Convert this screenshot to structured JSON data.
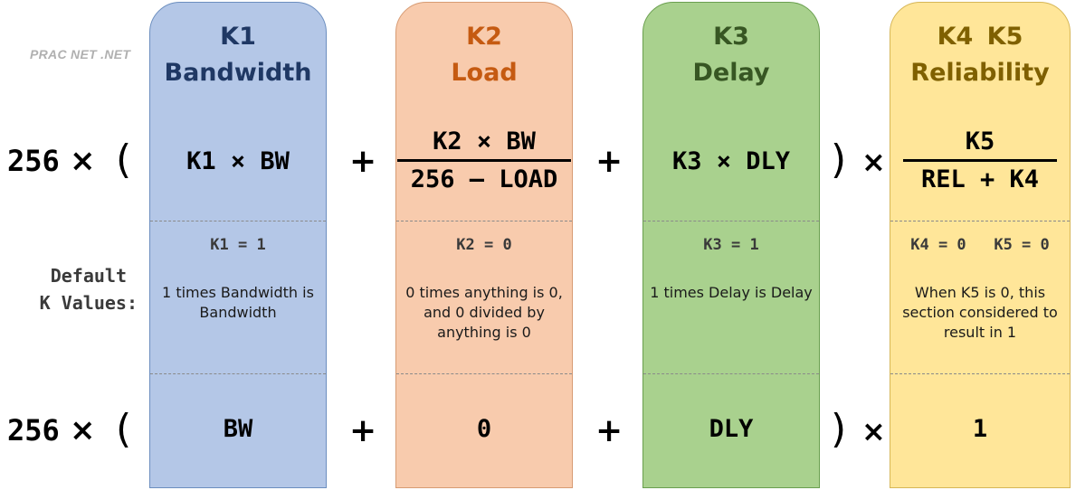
{
  "watermark": "PRAC NET .NET",
  "multiplier": "256",
  "times": "×",
  "plus": "+",
  "open_paren": "(",
  "close_paren": ")",
  "default_label_line1": "Default",
  "default_label_line2": "K Values:",
  "columns": [
    {
      "id": "k1",
      "k_label": "K1",
      "name": "Bandwidth",
      "formula": "K1 × BW",
      "default": "K1 = 1",
      "note": "1 times Bandwidth is Bandwidth",
      "result": "BW",
      "fill": "#b4c7e7",
      "border": "#6c8ebf",
      "head_color": "#1f3864"
    },
    {
      "id": "k2",
      "k_label": "K2",
      "name": "Load",
      "formula_num": "K2 × BW",
      "formula_den": "256 – LOAD",
      "default": "K2 = 0",
      "note": "0 times anything is 0, and 0 divided by anything is 0",
      "result": "0",
      "fill": "#f8cbad",
      "border": "#d79b73",
      "head_color": "#c55a11"
    },
    {
      "id": "k3",
      "k_label": "K3",
      "name": "Delay",
      "formula": "K3 × DLY",
      "default": "K3 = 1",
      "note": "1 times Delay is Delay",
      "result": "DLY",
      "fill": "#a9d18e",
      "border": "#6a9f4f",
      "head_color": "#375623"
    },
    {
      "id": "k45",
      "k_label": "K4 K5",
      "name": "Reliability",
      "formula_num": "K5",
      "formula_den": "REL + K4",
      "default": "K4 = 0   K5 = 0",
      "note": "When K5 is 0, this section considered to result in 1",
      "result": "1",
      "fill": "#ffe699",
      "border": "#d6b656",
      "head_color": "#7f6000"
    }
  ]
}
